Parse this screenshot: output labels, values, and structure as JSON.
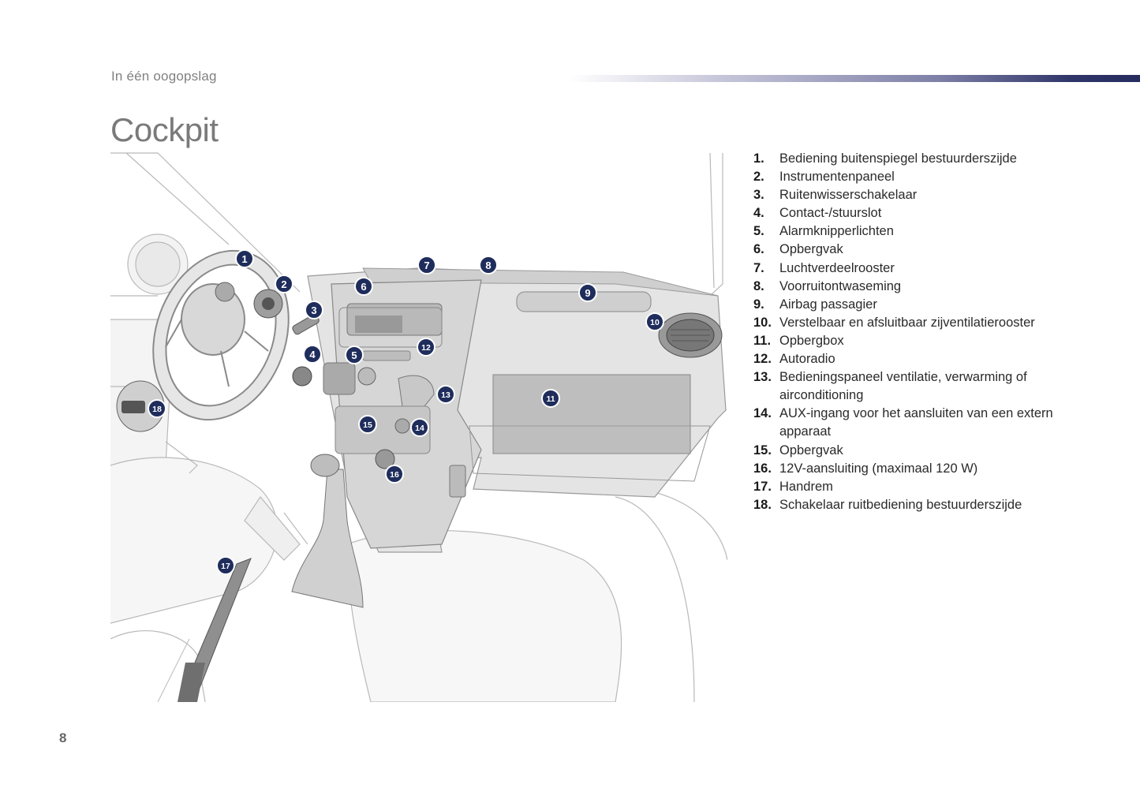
{
  "header": {
    "section": "In één oogopslag",
    "title": "Cockpit"
  },
  "legend": [
    {
      "num": "1.",
      "text": "Bediening buitenspiegel bestuurderszijde"
    },
    {
      "num": "2.",
      "text": "Instrumentenpaneel"
    },
    {
      "num": "3.",
      "text": "Ruitenwisserschakelaar"
    },
    {
      "num": "4.",
      "text": "Contact-/stuurslot"
    },
    {
      "num": "5.",
      "text": "Alarmknipperlichten"
    },
    {
      "num": "6.",
      "text": "Opbergvak"
    },
    {
      "num": "7.",
      "text": "Luchtverdeelrooster"
    },
    {
      "num": "8.",
      "text": "Voorruitontwaseming"
    },
    {
      "num": "9.",
      "text": "Airbag passagier"
    },
    {
      "num": "10.",
      "text": "Verstelbaar en afsluitbaar zijventilatierooster"
    },
    {
      "num": "11.",
      "text": "Opbergbox"
    },
    {
      "num": "12.",
      "text": "Autoradio"
    },
    {
      "num": "13.",
      "text": "Bedieningspaneel ventilatie, verwarming of airconditioning"
    },
    {
      "num": "14.",
      "text": "AUX-ingang voor het aansluiten van een extern apparaat"
    },
    {
      "num": "15.",
      "text": "Opbergvak"
    },
    {
      "num": "16.",
      "text": "12V-aansluiting (maximaal 120 W)"
    },
    {
      "num": "17.",
      "text": "Handrem"
    },
    {
      "num": "18.",
      "text": "Schakelaar ruitbediening bestuurderszijde"
    }
  ],
  "callouts": [
    "1",
    "2",
    "3",
    "4",
    "5",
    "6",
    "7",
    "8",
    "9",
    "10",
    "11",
    "12",
    "13",
    "14",
    "15",
    "16",
    "17",
    "18"
  ],
  "page_number": "8",
  "colors": {
    "callout_fill": "#1f2d5c",
    "header_bar_dark": "#262c5e",
    "title_gray": "#7a7a7a"
  }
}
